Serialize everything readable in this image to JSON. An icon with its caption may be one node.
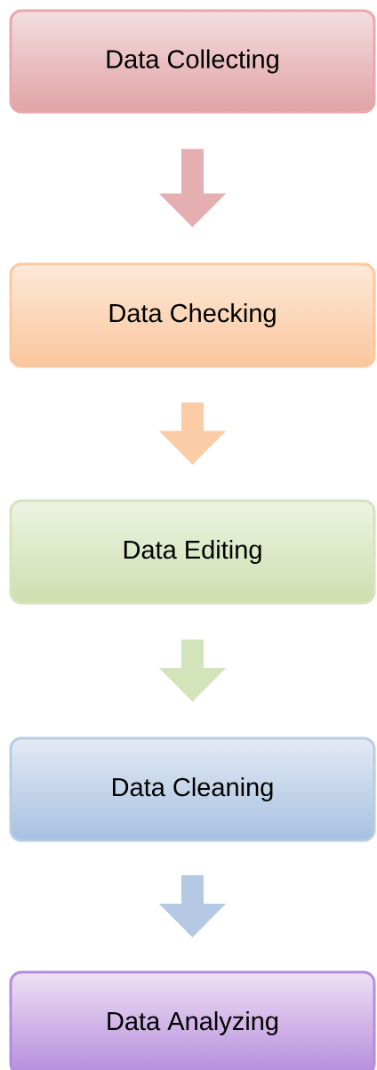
{
  "diagram": {
    "nodes": [
      {
        "text": [
          "Data Collecting"
        ]
      },
      {
        "text": [
          "Data Checking"
        ]
      },
      {
        "text": [
          "Data Editing"
        ]
      },
      {
        "text": [
          "Data Cleaning"
        ]
      },
      {
        "text": [
          "Data Analyzing"
        ]
      }
    ],
    "edges": [
      {
        "from": 0,
        "to": 1,
        "arrow": "to",
        "color": "#e5aeb1"
      },
      {
        "from": 1,
        "to": 2,
        "arrow": "to",
        "color": "#fbcca6"
      },
      {
        "from": 2,
        "to": 3,
        "arrow": "to",
        "color": "#d3e3ba"
      },
      {
        "from": 3,
        "to": 4,
        "arrow": "to",
        "color": "#b5c9e4"
      }
    ]
  }
}
